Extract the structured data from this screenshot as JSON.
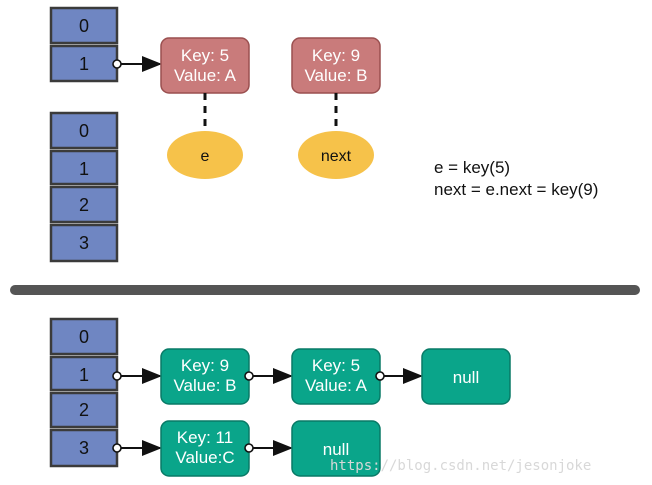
{
  "colors": {
    "cell_fill": "#6f86c2",
    "cell_border": "#3b3b3b",
    "node_red": "#c97b7b",
    "node_red_border": "#9a4f4f",
    "node_teal": "#0aa58a",
    "node_teal_border": "#087a66",
    "ellipse": "#f6c24a",
    "divider": "#555555",
    "arrow": "#111111"
  },
  "top": {
    "small_table": {
      "cells": [
        "0",
        "1"
      ]
    },
    "big_table": {
      "cells": [
        "0",
        "1",
        "2",
        "3"
      ]
    },
    "node_a": {
      "line1": "Key: 5",
      "line2": "Value: A"
    },
    "node_b": {
      "line1": "Key: 9",
      "line2": "Value: B"
    },
    "ptr_e": "e",
    "ptr_next": "next",
    "note_line1": "e = key(5)",
    "note_line2": "next = e.next = key(9)"
  },
  "bottom": {
    "table": {
      "cells": [
        "0",
        "1",
        "2",
        "3"
      ]
    },
    "row1": [
      {
        "line1": "Key: 9",
        "line2": "Value: B"
      },
      {
        "line1": "Key: 5",
        "line2": "Value: A"
      },
      {
        "text": "null"
      }
    ],
    "row3": [
      {
        "line1": "Key: 11",
        "line2": "Value:C"
      },
      {
        "text": "null"
      }
    ]
  },
  "watermark": "https://blog.csdn.net/jesonjoke"
}
